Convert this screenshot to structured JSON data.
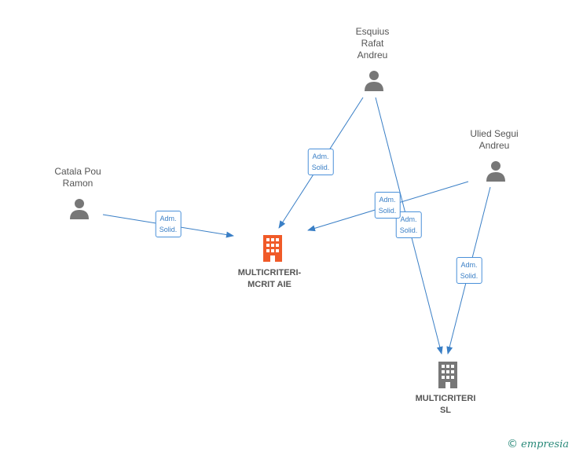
{
  "persons": [
    {
      "id": "esquius",
      "label": "Esquius\nRafat\nAndreu"
    },
    {
      "id": "ulied",
      "label": "Ulied Segui\nAndreu"
    },
    {
      "id": "catala",
      "label": "Catala Pou\nRamon"
    }
  ],
  "companies": [
    {
      "id": "aie",
      "label": "MULTICRITERI-\nMCRIT  AIE",
      "color": "#f05a28"
    },
    {
      "id": "sl",
      "label": "MULTICRITERI\nSL",
      "color": "#777777"
    }
  ],
  "relations": [
    {
      "from": "esquius",
      "to": "aie",
      "label": "Adm.\nSolid."
    },
    {
      "from": "esquius",
      "to": "sl",
      "label": "Adm.\nSolid."
    },
    {
      "from": "ulied",
      "to": "aie",
      "label": "Adm.\nSolid."
    },
    {
      "from": "ulied",
      "to": "sl",
      "label": "Adm.\nSolid."
    },
    {
      "from": "catala",
      "to": "aie",
      "label": "Adm.\nSolid."
    }
  ],
  "colors": {
    "edge": "#3a7fc6",
    "person_icon": "#777777"
  },
  "footer": {
    "copyright": "©",
    "brand": "empresia"
  }
}
